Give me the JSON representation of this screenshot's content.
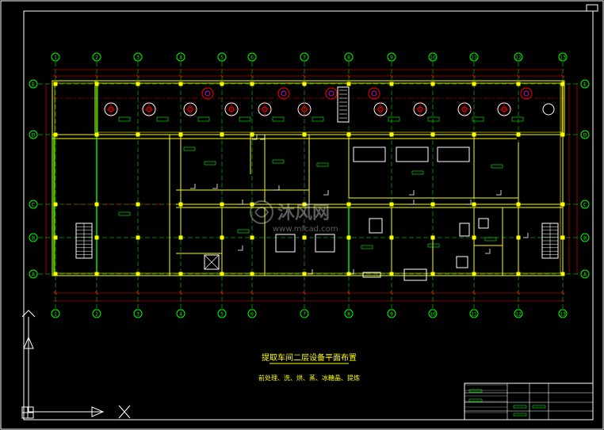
{
  "drawing": {
    "title": "提取车间二层设备平面布置",
    "subtitle": "前处理、洗、烘、蒸、冰糖晶、提炼",
    "watermark": "沐风网",
    "watermark_url": "www.mfcad.com"
  },
  "grid_columns": [
    "1",
    "2",
    "3",
    "4",
    "5",
    "6",
    "7",
    "8",
    "9",
    "10",
    "11",
    "12",
    "13"
  ],
  "grid_rows": [
    "A",
    "B",
    "C",
    "D",
    "E"
  ],
  "colors": {
    "background": "#000000",
    "frame": "#ffffff",
    "wall": "#ffff00",
    "equipment": "#ffffff",
    "axis": "#00ff00",
    "dimension": "#ff0000",
    "text": "#00ff00",
    "column": "#ffff00",
    "accent": "#ff00ff"
  }
}
